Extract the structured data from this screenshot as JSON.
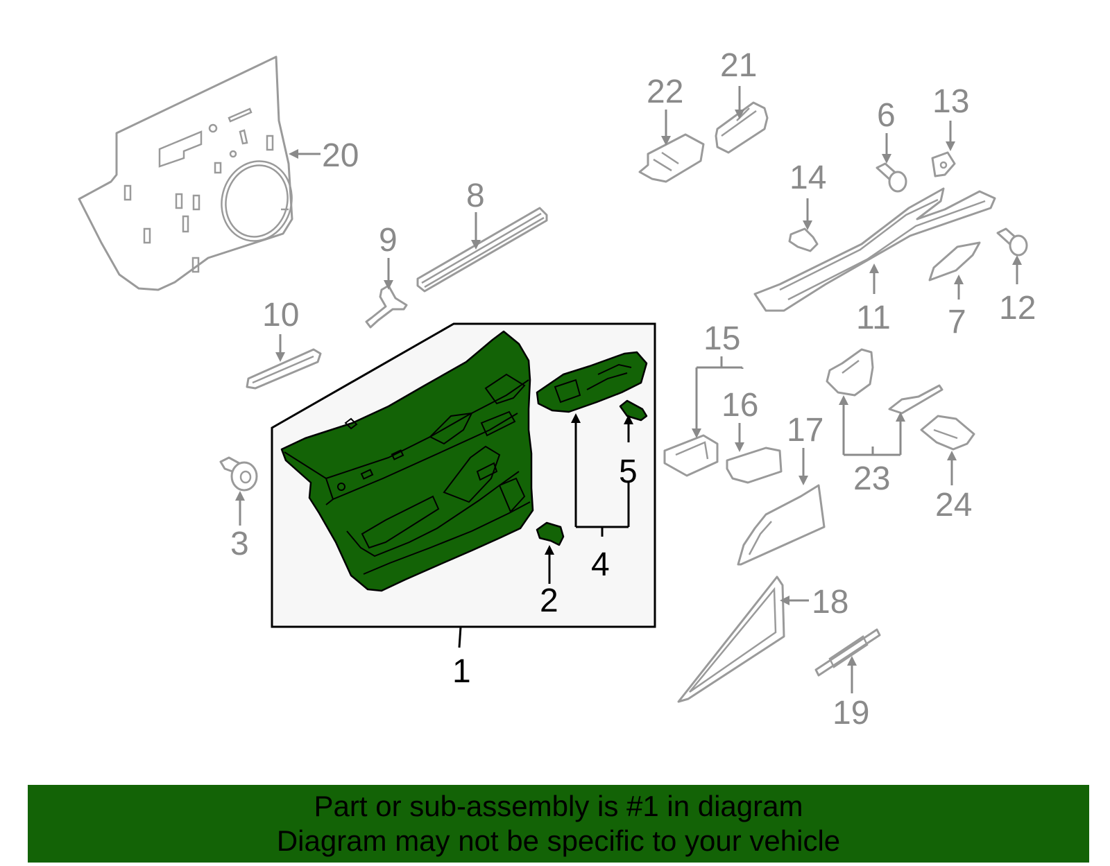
{
  "callouts": {
    "c1": "1",
    "c2": "2",
    "c3": "3",
    "c4": "4",
    "c5": "5",
    "c6": "6",
    "c7": "7",
    "c8": "8",
    "c9": "9",
    "c10": "10",
    "c11": "11",
    "c12": "12",
    "c13": "13",
    "c14": "14",
    "c15": "15",
    "c16": "16",
    "c17": "17",
    "c18": "18",
    "c19": "19",
    "c20": "20",
    "c21": "21",
    "c22": "22",
    "c23": "23",
    "c24": "24"
  },
  "banner": {
    "line1": "Part or sub-assembly is #1 in diagram",
    "line2": "Diagram may not be specific to your vehicle"
  },
  "colors": {
    "highlight_part": "#136306",
    "banner_background": "#136306",
    "inactive_part_stroke": "#9a9a9a",
    "inset_background": "#f7f7f7"
  }
}
